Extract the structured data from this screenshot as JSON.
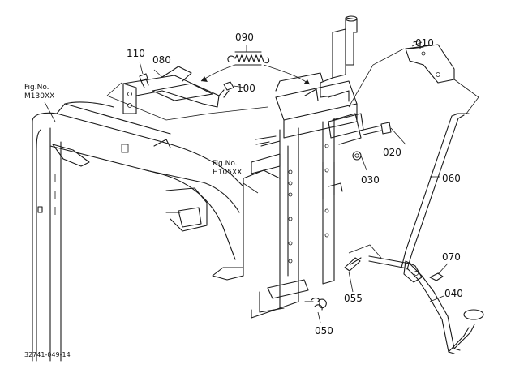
{
  "part_labels": {
    "p010": "010",
    "p020": "020",
    "p030": "030",
    "p040": "040",
    "p050": "050",
    "p055": "055",
    "p060": "060",
    "p070": "070",
    "p080": "080",
    "p090": "090",
    "p100": "100",
    "p110": "110"
  },
  "figure_refs": {
    "m130_line1": "Fig.No.",
    "m130_line2": "M130XX",
    "h105_line1": "Fig.No.",
    "h105_line2": "H105XX"
  },
  "drawing_code": "32741-049-14"
}
